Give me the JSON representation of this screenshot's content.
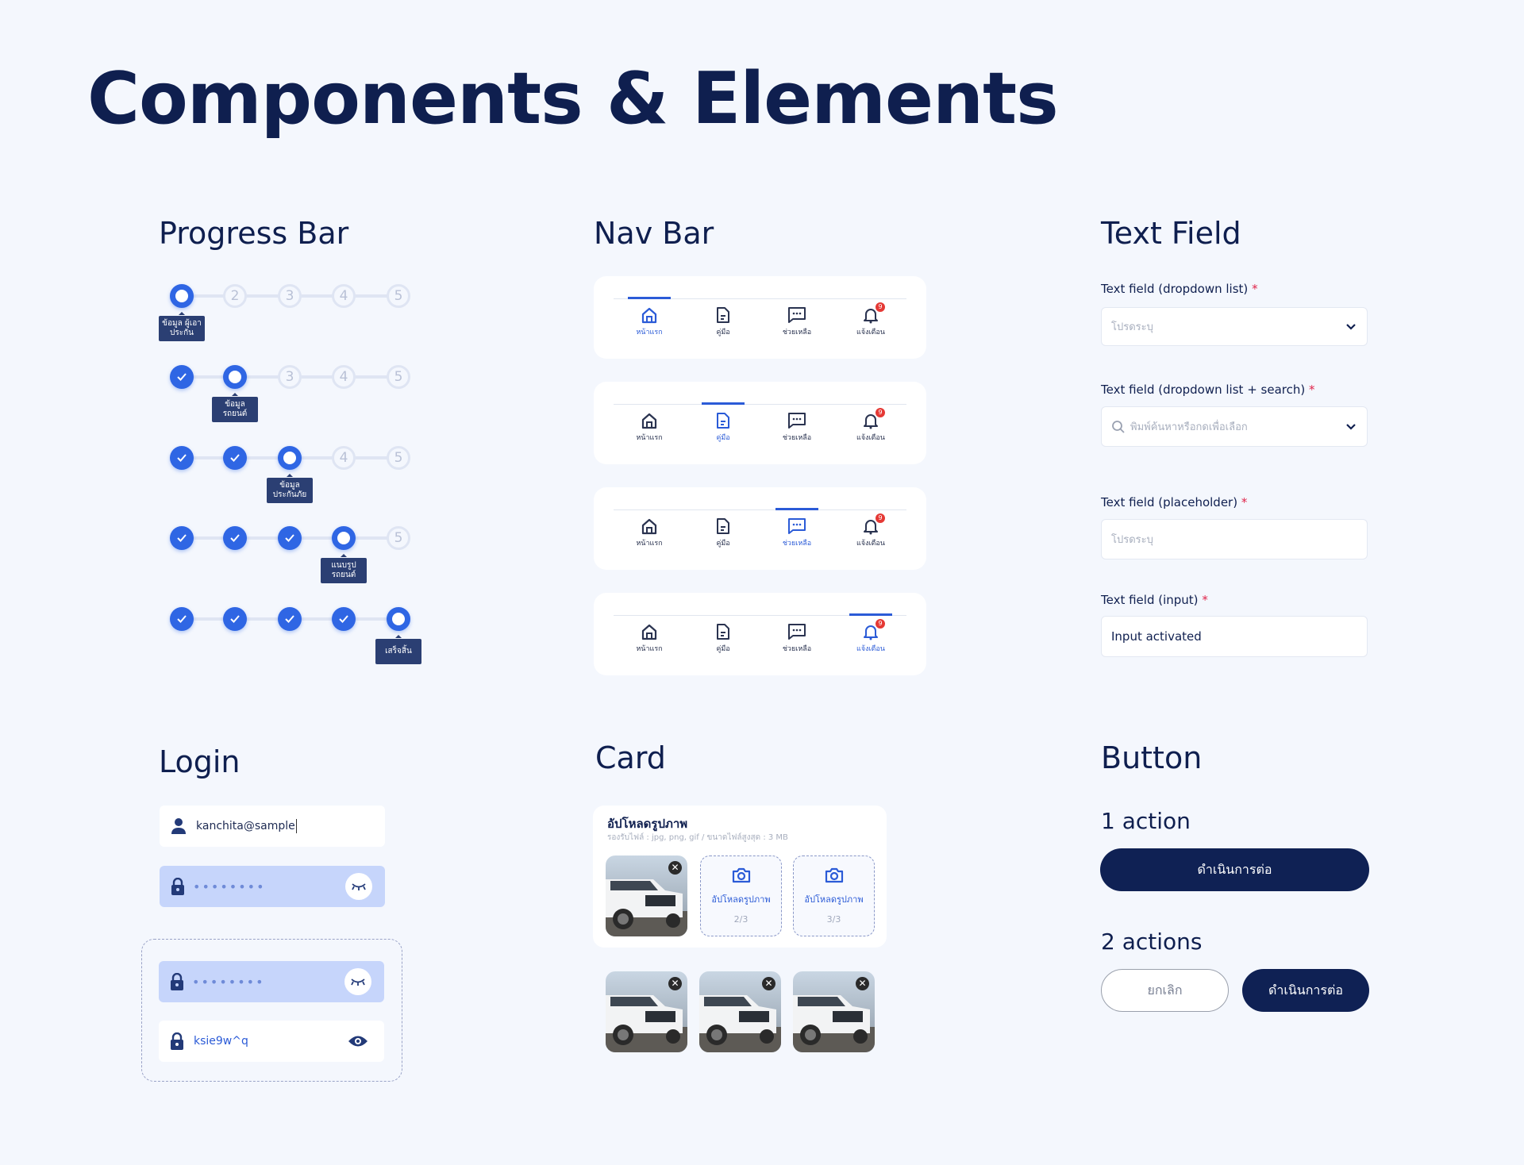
{
  "title": "Components & Elements",
  "progress": {
    "heading": "Progress Bar",
    "steps": [
      "1",
      "2",
      "3",
      "4",
      "5"
    ],
    "rows": [
      {
        "current": 1,
        "tooltip": "ข้อมูล ผู้เอาประกัน"
      },
      {
        "current": 2,
        "tooltip": "ข้อมูล รถยนต์"
      },
      {
        "current": 3,
        "tooltip": "ข้อมูล ประกันภัย"
      },
      {
        "current": 4,
        "tooltip": "แนบรูป รถยนต์"
      },
      {
        "current": 5,
        "tooltip": "เสร็จสิ้น"
      }
    ],
    "colors": {
      "active": "#2f66e4",
      "tooltip": "#2b3f73"
    }
  },
  "navbar": {
    "heading": "Nav Bar",
    "items": [
      {
        "label": "หน้าแรก",
        "icon": "home-icon"
      },
      {
        "label": "คู่มือ",
        "icon": "document-icon"
      },
      {
        "label": "ช่วยเหลือ",
        "icon": "chat-icon"
      },
      {
        "label": "แจ้งเตือน",
        "icon": "bell-icon",
        "badge": "9"
      }
    ],
    "active_per_card": [
      0,
      1,
      2,
      3
    ],
    "colors": {
      "active": "#2b5bd7",
      "inactive": "#2a3350"
    }
  },
  "textfield": {
    "heading": "Text Field",
    "required_mark": "*",
    "fields": [
      {
        "label": "Text field (dropdown list)",
        "placeholder": "โปรดระบุ"
      },
      {
        "label": "Text field (dropdown list + search)",
        "placeholder": "พิมพ์ค้นหาหรือกดเพื่อเลือก"
      },
      {
        "label": "Text field (placeholder)",
        "placeholder": "โปรดระบุ"
      },
      {
        "label": "Text field (input)",
        "value": "Input activated"
      }
    ]
  },
  "login": {
    "heading": "Login",
    "email_value": "kanchita@sample",
    "password_masked": "••••••••",
    "password_revealed": "ksie9w^q"
  },
  "card": {
    "heading": "Card",
    "title": "อัปโหลดรูปภาพ",
    "subtitle": "รองรับไฟล์ : jpg, png, gif / ขนาดไฟล์สูงสุด : 3 MB",
    "upload_label": "อัปโหลดรูปภาพ",
    "slots": [
      "2/3",
      "3/3"
    ]
  },
  "button": {
    "heading": "Button",
    "one_action": "1 action",
    "two_actions": "2 actions",
    "continue": "ดำเนินการต่อ",
    "cancel": "ยกเลิก",
    "colors": {
      "primary": "#0f2154"
    }
  }
}
